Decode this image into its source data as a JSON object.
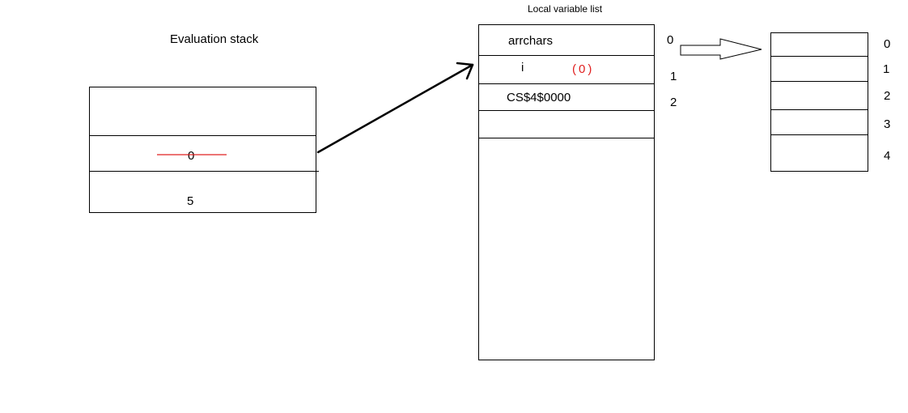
{
  "evaluation_stack": {
    "title": "Evaluation stack",
    "slots": [
      "",
      "0",
      "5"
    ],
    "struck_value": "0"
  },
  "local_variable_list": {
    "title": "Local variable list",
    "rows": [
      {
        "name": "arrchars",
        "index": "0",
        "annotation": ""
      },
      {
        "name": "i",
        "index": "1",
        "annotation": "(0)"
      },
      {
        "name": "CS$4$0000",
        "index": "2",
        "annotation": ""
      },
      {
        "name": "",
        "index": "",
        "annotation": ""
      }
    ]
  },
  "array": {
    "indices": [
      "0",
      "1",
      "2",
      "3",
      "4"
    ]
  },
  "colors": {
    "stroke": "#000000",
    "strike": "#e02020",
    "annotation": "#e02020"
  }
}
